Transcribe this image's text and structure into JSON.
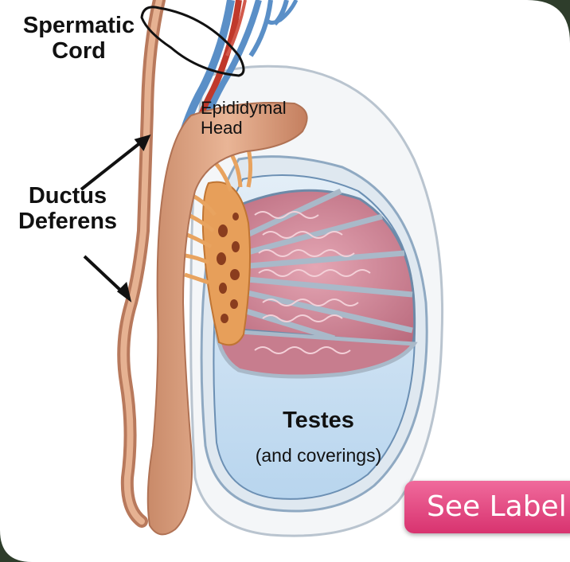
{
  "labels": {
    "spermatic_cord_line1": "Spermatic",
    "spermatic_cord_line2": "Cord",
    "ductus_deferens_line1": "Ductus",
    "ductus_deferens_line2": "Deferens",
    "epididymal_head_line1": "Epididymal",
    "epididymal_head_line2": "Head",
    "testes": "Testes",
    "testes_sub": "(and coverings)"
  },
  "button": {
    "see_label": "See Label"
  },
  "colors": {
    "panel": "#ffffff",
    "frame": "#2e3d2b",
    "epididymis": "#d99c7c",
    "lobules": "#c9788a",
    "tunica": "#cfe4f3",
    "artery": "#c0392b",
    "vein": "#5a8fc7",
    "button": "#e04a82"
  }
}
